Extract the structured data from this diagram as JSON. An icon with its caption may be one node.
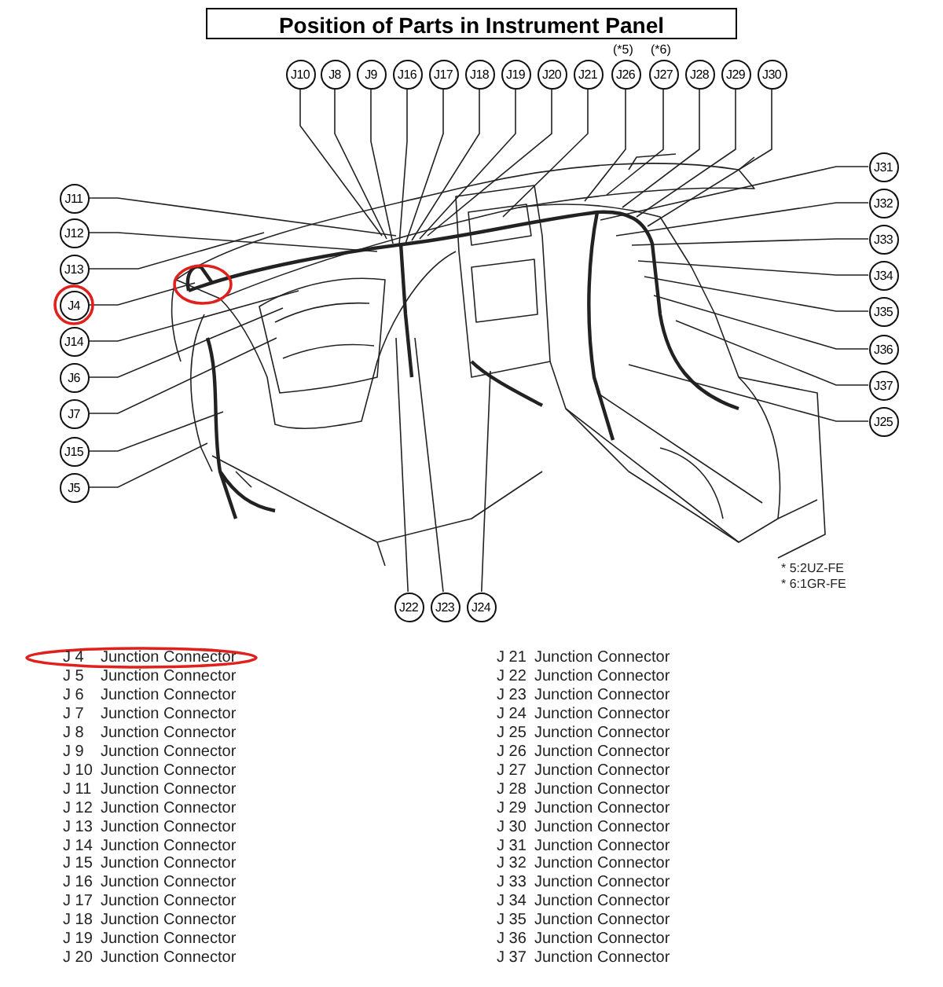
{
  "diagram": {
    "title": "Position of Parts in Instrument Panel",
    "nodes": [
      {
        "text": [
          "J10"
        ]
      },
      {
        "text": [
          "J8"
        ]
      },
      {
        "text": [
          "J9"
        ]
      },
      {
        "text": [
          "J16"
        ]
      },
      {
        "text": [
          "J17"
        ]
      },
      {
        "text": [
          "J18"
        ]
      },
      {
        "text": [
          "J19"
        ]
      },
      {
        "text": [
          "J20"
        ]
      },
      {
        "text": [
          "J21"
        ]
      },
      {
        "text": [
          "J26"
        ],
        "beside": [
          "(*5)"
        ]
      },
      {
        "text": [
          "J27"
        ],
        "beside": [
          "(*6)"
        ]
      },
      {
        "text": [
          "J28"
        ]
      },
      {
        "text": [
          "J29"
        ]
      },
      {
        "text": [
          "J30"
        ]
      },
      {
        "text": [
          "J11"
        ]
      },
      {
        "text": [
          "J12"
        ]
      },
      {
        "text": [
          "J13"
        ]
      },
      {
        "text": [
          "J4"
        ]
      },
      {
        "text": [
          "J14"
        ]
      },
      {
        "text": [
          "J6"
        ]
      },
      {
        "text": [
          "J7"
        ]
      },
      {
        "text": [
          "J15"
        ]
      },
      {
        "text": [
          "J5"
        ]
      },
      {
        "text": [
          "J31"
        ]
      },
      {
        "text": [
          "J32"
        ]
      },
      {
        "text": [
          "J33"
        ]
      },
      {
        "text": [
          "J34"
        ]
      },
      {
        "text": [
          "J35"
        ]
      },
      {
        "text": [
          "J36"
        ]
      },
      {
        "text": [
          "J37"
        ]
      },
      {
        "text": [
          "J25"
        ]
      },
      {
        "text": [
          "J22"
        ]
      },
      {
        "text": [
          "J23"
        ]
      },
      {
        "text": [
          "J24"
        ]
      }
    ],
    "edges": [
      {
        "from": 0,
        "to": null,
        "arrow": "none"
      },
      {
        "from": 1,
        "to": null,
        "arrow": "none"
      },
      {
        "from": 2,
        "to": null,
        "arrow": "none"
      },
      {
        "from": 3,
        "to": null,
        "arrow": "none"
      },
      {
        "from": 4,
        "to": null,
        "arrow": "none"
      },
      {
        "from": 5,
        "to": null,
        "arrow": "none"
      },
      {
        "from": 6,
        "to": null,
        "arrow": "none"
      },
      {
        "from": 7,
        "to": null,
        "arrow": "none"
      },
      {
        "from": 8,
        "to": null,
        "arrow": "none"
      },
      {
        "from": 9,
        "to": null,
        "arrow": "none"
      },
      {
        "from": 10,
        "to": null,
        "arrow": "none"
      },
      {
        "from": 11,
        "to": null,
        "arrow": "none"
      },
      {
        "from": 12,
        "to": null,
        "arrow": "none"
      },
      {
        "from": 13,
        "to": null,
        "arrow": "none"
      },
      {
        "from": 14,
        "to": null,
        "arrow": "none"
      },
      {
        "from": 15,
        "to": null,
        "arrow": "none"
      },
      {
        "from": 16,
        "to": null,
        "arrow": "none"
      },
      {
        "from": 17,
        "to": null,
        "arrow": "none"
      },
      {
        "from": 18,
        "to": null,
        "arrow": "none"
      },
      {
        "from": 19,
        "to": null,
        "arrow": "none"
      },
      {
        "from": 20,
        "to": null,
        "arrow": "none"
      },
      {
        "from": 21,
        "to": null,
        "arrow": "none"
      },
      {
        "from": 22,
        "to": null,
        "arrow": "none"
      },
      {
        "from": 23,
        "to": null,
        "arrow": "none"
      },
      {
        "from": 24,
        "to": null,
        "arrow": "none"
      },
      {
        "from": 25,
        "to": null,
        "arrow": "none"
      },
      {
        "from": 26,
        "to": null,
        "arrow": "none"
      },
      {
        "from": 27,
        "to": null,
        "arrow": "none"
      },
      {
        "from": 28,
        "to": null,
        "arrow": "none"
      },
      {
        "from": 29,
        "to": null,
        "arrow": "none"
      },
      {
        "from": 30,
        "to": null,
        "arrow": "none"
      },
      {
        "from": 31,
        "to": null,
        "arrow": "none"
      },
      {
        "from": 32,
        "to": null,
        "arrow": "none"
      },
      {
        "from": 33,
        "to": null,
        "arrow": "none"
      }
    ],
    "labels": [
      "* 5:2UZ-FE",
      "* 6:1GR-FE",
      "J 4",
      "Junction Connector",
      "J 21",
      "Junction Connector",
      "J 5",
      "Junction Connector",
      "J 22",
      "Junction Connector",
      "J 6",
      "Junction Connector",
      "J 23",
      "Junction Connector",
      "J 7",
      "Junction Connector",
      "J 24",
      "Junction Connector",
      "J 8",
      "Junction Connector",
      "J 25",
      "Junction Connector",
      "J 9",
      "Junction Connector",
      "J 26",
      "Junction Connector",
      "J 10",
      "Junction Connector",
      "J 27",
      "Junction Connector",
      "J 11",
      "Junction Connector",
      "J 28",
      "Junction Connector",
      "J 12",
      "Junction Connector",
      "J 29",
      "Junction Connector",
      "J 13",
      "Junction Connector",
      "J 30",
      "Junction Connector",
      "J 14",
      "Junction Connector",
      "J 31",
      "Junction Connector",
      "J 15",
      "Junction Connector",
      "J 32",
      "Junction Connector",
      "J 16",
      "Junction Connector",
      "J 33",
      "Junction Connector",
      "J 17",
      "Junction Connector",
      "J 34",
      "Junction Connector",
      "J 18",
      "Junction Connector",
      "J 35",
      "Junction Connector",
      "J 19",
      "Junction Connector",
      "J 36",
      "Junction Connector",
      "J 20",
      "Junction Connector",
      "J 37",
      "Junction Connector"
    ]
  }
}
